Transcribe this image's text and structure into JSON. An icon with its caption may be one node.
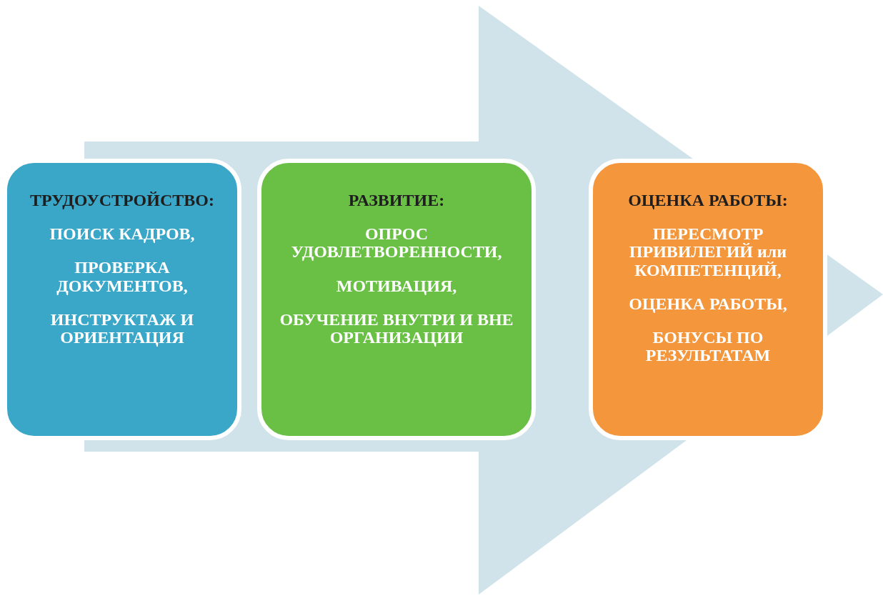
{
  "diagram": {
    "nodes": [
      {
        "text": [
          "ТРУДОУСТРОЙСТВО:",
          "ПОИСК КАДРОВ,",
          "ПРОВЕРКА ДОКУМЕНТОВ,",
          "ИНСТРУКТАЖ И ОРИЕНТАЦИЯ"
        ]
      },
      {
        "text": [
          "РАЗВИТИЕ:",
          "ОПРОС УДОВЛЕТВОРЕННОСТИ,",
          "МОТИВАЦИЯ,",
          "ОБУЧЕНИЕ ВНУТРИ И ВНЕ ОРГАНИЗАЦИИ"
        ]
      },
      {
        "text": [
          "ОЦЕНКА РАБОТЫ:",
          "ПЕРЕСМОТР ПРИВИЛЕГИЙ или КОМПЕТЕНЦИЙ,",
          "ОЦЕНКА РАБОТЫ,",
          "БОНУСЫ ПО РЕЗУЛЬТАТАМ"
        ]
      }
    ]
  }
}
